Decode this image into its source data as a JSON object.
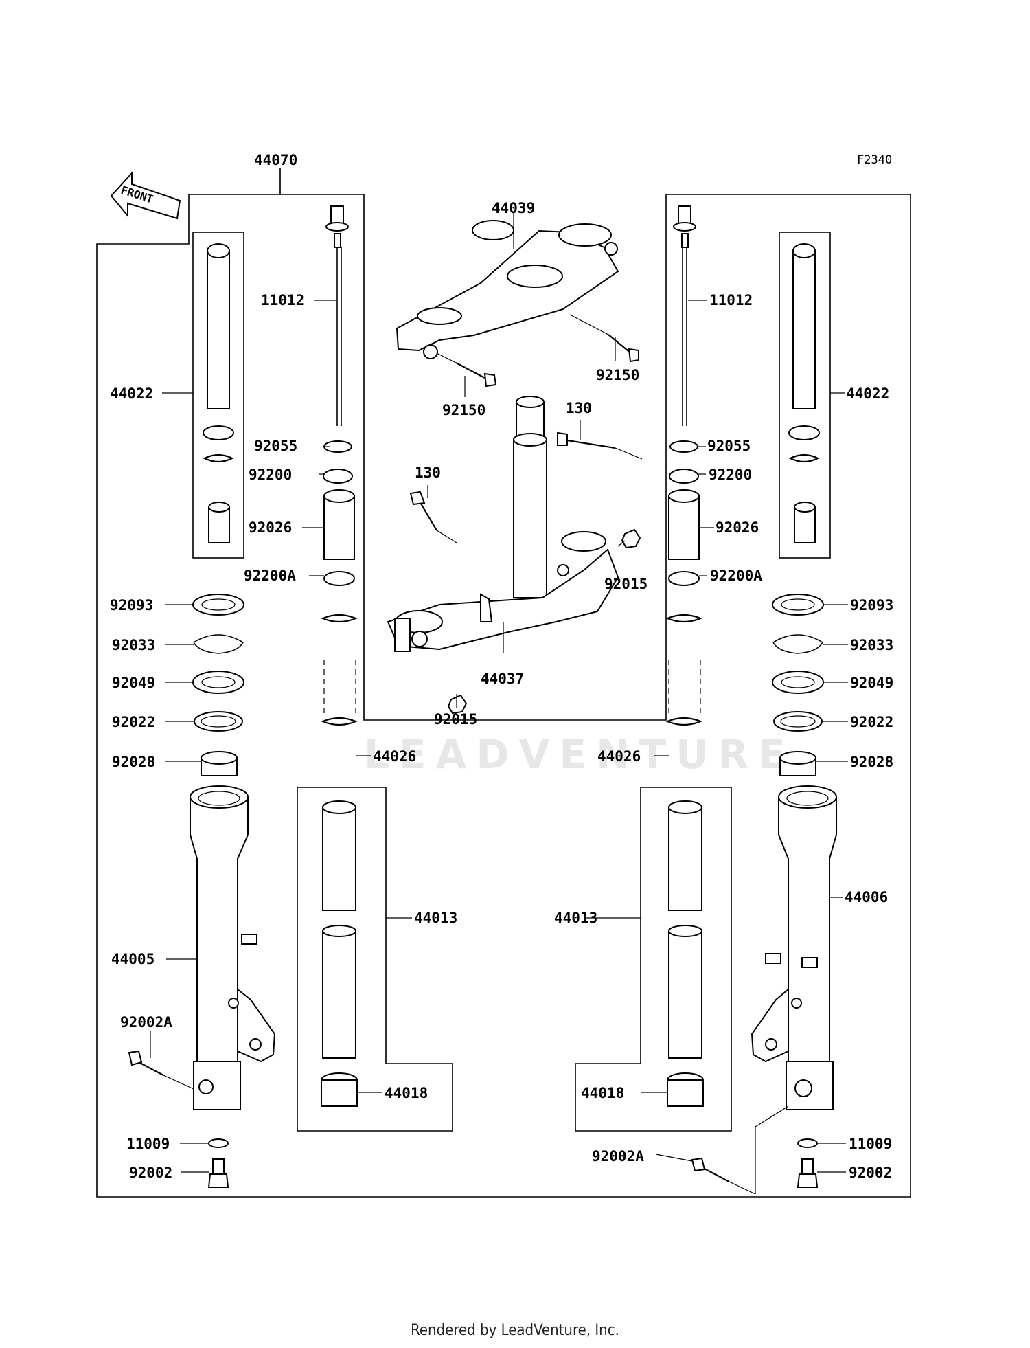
{
  "figure_code": "F2340",
  "front_label": "FRONT",
  "watermark": "LEADVENTURE",
  "footer": "Rendered by LeadVenture, Inc.",
  "callouts": {
    "fork_assembly": "44070",
    "damper_rod_l": "11012",
    "damper_rod_r": "11012",
    "cylinder_l": "44022",
    "cylinder_r": "44022",
    "bracket_upper": "44039",
    "bolt_upper_l": "92150",
    "bolt_upper_r": "92150",
    "bolt_130_l": "130",
    "bolt_130_r": "130",
    "oring_l": "92055",
    "oring_r": "92055",
    "washer_l": "92200",
    "washer_r": "92200",
    "collar_l": "92026",
    "collar_r": "92026",
    "washer_a_l": "92200A",
    "washer_a_r": "92200A",
    "nut_r": "92015",
    "nut_c": "92015",
    "stem": "44037",
    "dustseal_l": "92093",
    "dustseal_r": "92093",
    "clip_l": "92033",
    "clip_r": "92033",
    "oilseal_l": "92049",
    "oilseal_r": "92049",
    "washer_22_l": "92022",
    "washer_22_r": "92022",
    "bushing_l": "92028",
    "bushing_r": "92028",
    "spring_l": "44026",
    "spring_r": "44026",
    "outer_l": "44005",
    "outer_r": "44006",
    "inner_l": "44013",
    "inner_r": "44013",
    "bolt_a_l": "92002A",
    "bolt_a_r": "92002A",
    "guide_l": "44018",
    "guide_r": "44018",
    "gasket_l": "11009",
    "gasket_r": "11009",
    "bolt_l": "92002",
    "bolt_r": "92002"
  }
}
